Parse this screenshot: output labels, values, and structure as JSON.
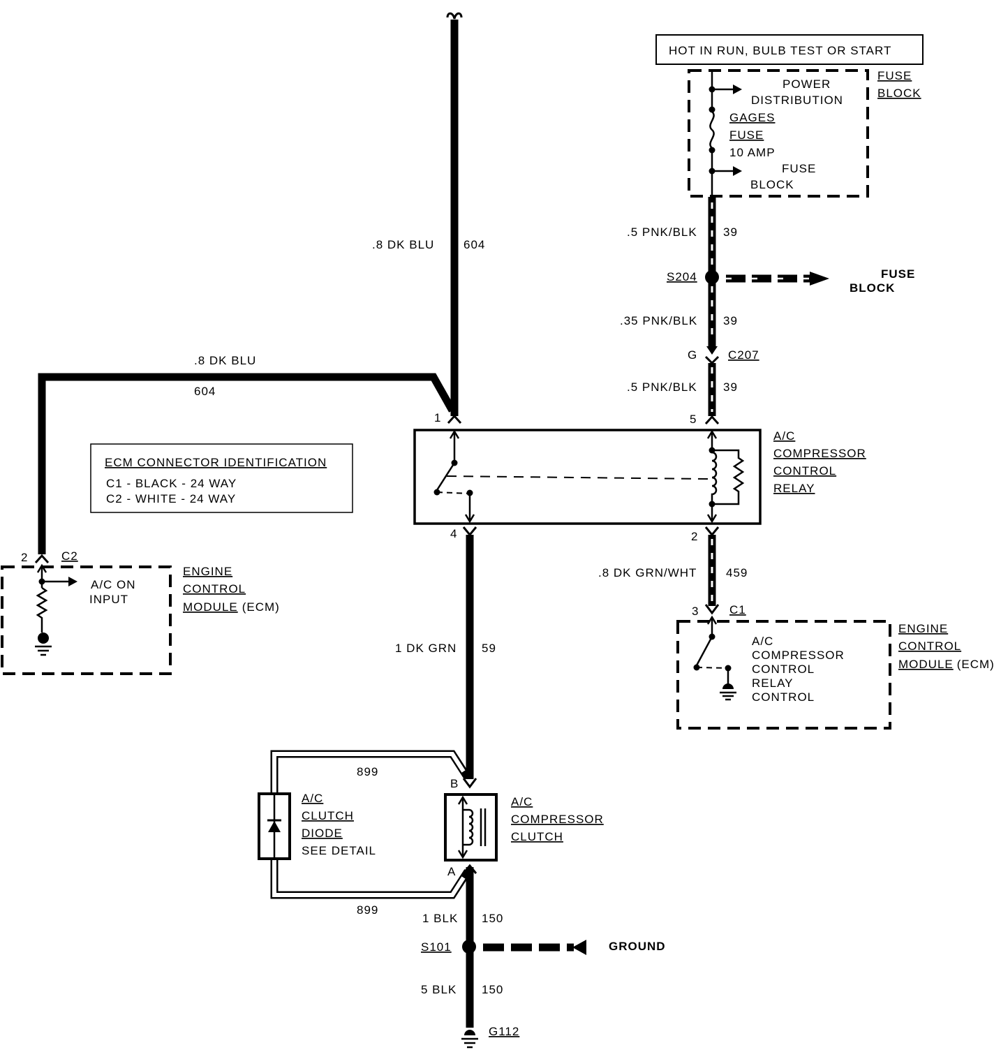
{
  "fuse_block": {
    "header": "HOT IN RUN, BULB TEST OR START",
    "side_label": [
      "FUSE",
      "BLOCK"
    ],
    "power_distribution": [
      "POWER",
      "DISTRIBUTION"
    ],
    "fuse_name": [
      "GAGES",
      "FUSE"
    ],
    "fuse_rating": "10 AMP",
    "internal_label": [
      "FUSE",
      "BLOCK"
    ]
  },
  "splices": {
    "s204": {
      "name": "S204",
      "destination": [
        "FUSE",
        "BLOCK"
      ]
    },
    "s101": {
      "name": "S101",
      "destination": "GROUND"
    }
  },
  "connectors": {
    "c207": {
      "name": "C207",
      "cavity": "G"
    },
    "c2": {
      "name": "C2",
      "cavity": "2"
    },
    "c1": {
      "name": "C1",
      "cavity": "3"
    }
  },
  "wires": {
    "w39_upper": {
      "gauge_color": ".5 PNK/BLK",
      "circuit": "39"
    },
    "w39_middle": {
      "gauge_color": ".35 PNK/BLK",
      "circuit": "39"
    },
    "w39_lower": {
      "gauge_color": ".5 PNK/BLK",
      "circuit": "39"
    },
    "w604_vertical": {
      "gauge_color": ".8 DK BLU",
      "circuit": "604"
    },
    "w604_branch": {
      "gauge_color": ".8 DK BLU",
      "circuit": "604"
    },
    "w59": {
      "gauge_color": "1 DK GRN",
      "circuit": "59"
    },
    "w459": {
      "gauge_color": ".8 DK GRN/WHT",
      "circuit": "459"
    },
    "w899_upper": {
      "circuit": "899"
    },
    "w899_lower": {
      "circuit": "899"
    },
    "w150_upper": {
      "gauge_color": "1 BLK",
      "circuit": "150"
    },
    "w150_lower": {
      "gauge_color": "5 BLK",
      "circuit": "150"
    }
  },
  "relay": {
    "label": [
      "A/C",
      "COMPRESSOR",
      "CONTROL",
      "RELAY"
    ],
    "pins": {
      "p1": "1",
      "p5": "5",
      "p4": "4",
      "p2": "2"
    }
  },
  "ecm_connector_id": {
    "title": "ECM CONNECTOR IDENTIFICATION",
    "rows": [
      "C1 - BLACK - 24 WAY",
      "C2 - WHITE - 24 WAY"
    ]
  },
  "ecm_left": {
    "function": [
      "A/C ON",
      "INPUT"
    ],
    "label": [
      "ENGINE",
      "CONTROL",
      "MODULE"
    ],
    "abbr": "(ECM)"
  },
  "ecm_right": {
    "function": [
      "A/C",
      "COMPRESSOR",
      "CONTROL",
      "RELAY",
      "CONTROL"
    ],
    "label": [
      "ENGINE",
      "CONTROL",
      "MODULE"
    ],
    "abbr": "(ECM)"
  },
  "diode": {
    "label": [
      "A/C",
      "CLUTCH",
      "DIODE",
      "SEE DETAIL"
    ]
  },
  "clutch": {
    "label": [
      "A/C",
      "COMPRESSOR",
      "CLUTCH"
    ],
    "pins": {
      "b": "B",
      "a": "A"
    }
  },
  "ground": {
    "name": "G112"
  }
}
